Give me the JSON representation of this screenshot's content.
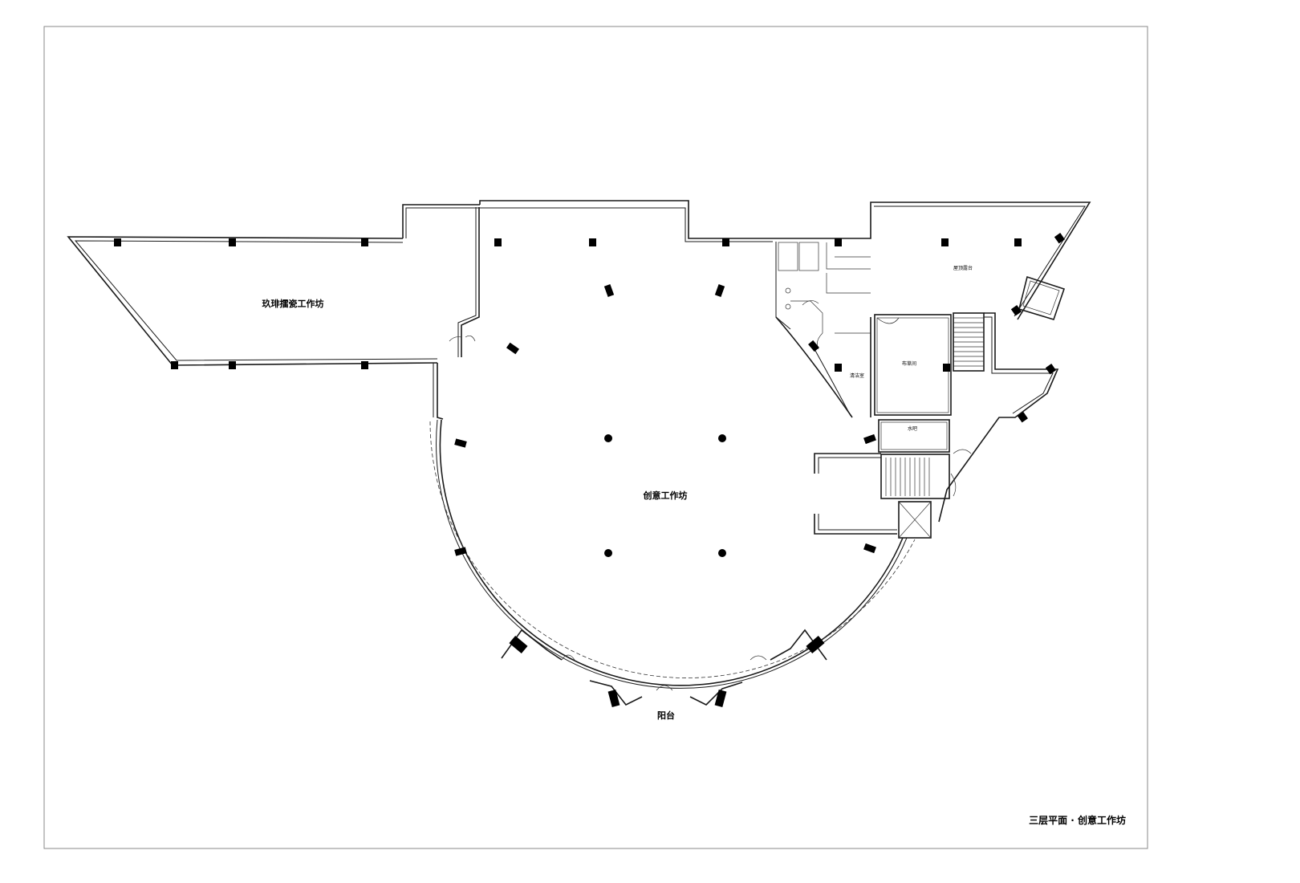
{
  "rooms": {
    "ceramic_workshop": "玖琲擂瓷工作坊",
    "creative_workshop": "创意工作坊",
    "balcony": "阳台",
    "roof_terrace": "屋顶露台",
    "storage": "布草间",
    "cleaning": "清洁室",
    "water_bar": "水吧"
  },
  "drawing_title": "三层平面 · 创意工作坊"
}
